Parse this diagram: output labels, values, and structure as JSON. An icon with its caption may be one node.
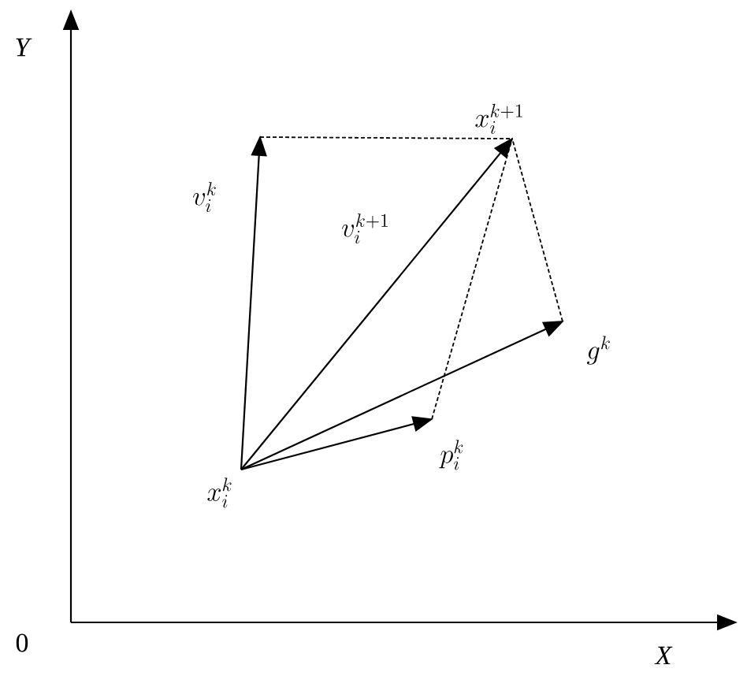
{
  "diagram": {
    "nodes": [
      {
        "text": [
          "x_i^k"
        ]
      },
      {
        "text": [
          "x_i^{k+1}"
        ]
      },
      {
        "text": [
          "g^k"
        ]
      },
      {
        "text": [
          "p_i^k"
        ]
      }
    ],
    "edges": [
      {
        "from": 0,
        "to": null,
        "arrow": "to",
        "label": "v_i^k"
      },
      {
        "from": 0,
        "to": 1,
        "arrow": "to",
        "label": "v_i^{k+1}"
      },
      {
        "from": 0,
        "to": 2,
        "arrow": "to"
      },
      {
        "from": 0,
        "to": 3,
        "arrow": "to"
      },
      {
        "from": null,
        "to": 1,
        "arrow": "none",
        "style": "dashed"
      },
      {
        "from": 3,
        "to": 1,
        "arrow": "none",
        "style": "dashed"
      },
      {
        "from": 2,
        "to": 1,
        "arrow": "none",
        "style": "dashed"
      }
    ],
    "labels": [
      "Y",
      "0",
      "X"
    ]
  }
}
